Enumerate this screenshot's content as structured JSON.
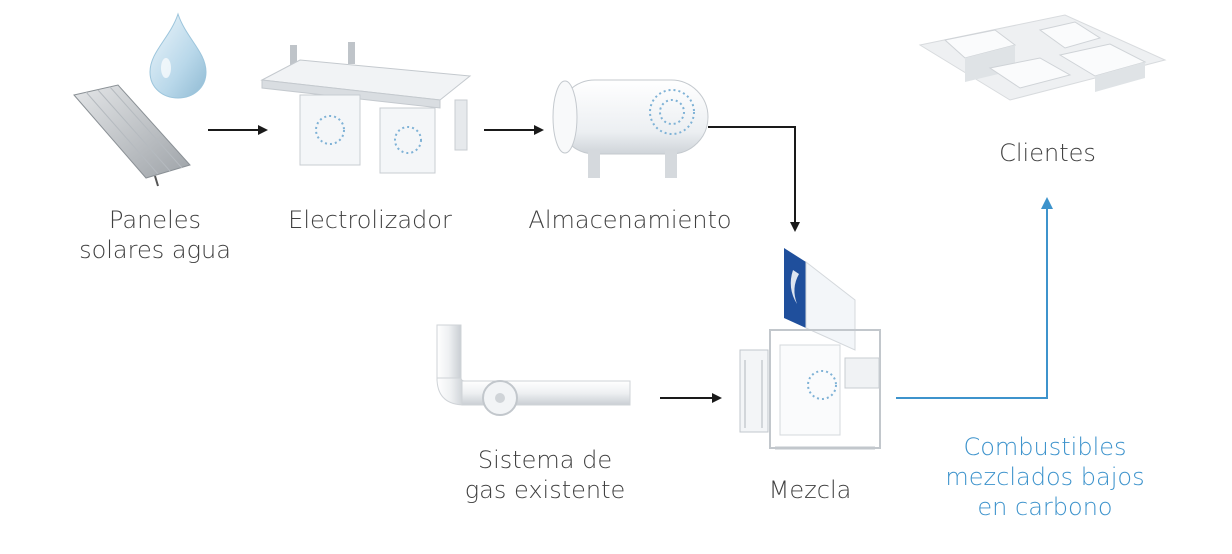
{
  "nodes": {
    "solar": {
      "line1": "Paneles",
      "line2": "solares agua"
    },
    "electrolyzer": {
      "label": "Electrolizador"
    },
    "storage": {
      "label": "Almacenamiento"
    },
    "customers": {
      "label": "Clientes"
    },
    "gas": {
      "line1": "Sistema de",
      "line2": "gas existente"
    },
    "blend": {
      "label": "Mezcla"
    },
    "output": {
      "line1": "Combustibles",
      "line2": "mezclados bajos",
      "line3": "en carbono"
    }
  },
  "colors": {
    "label_text": "#404040",
    "arrow_dark": "#1a1a1a",
    "accent_blue": "#3d93cc",
    "sign_blue": "#1f4f9c"
  }
}
